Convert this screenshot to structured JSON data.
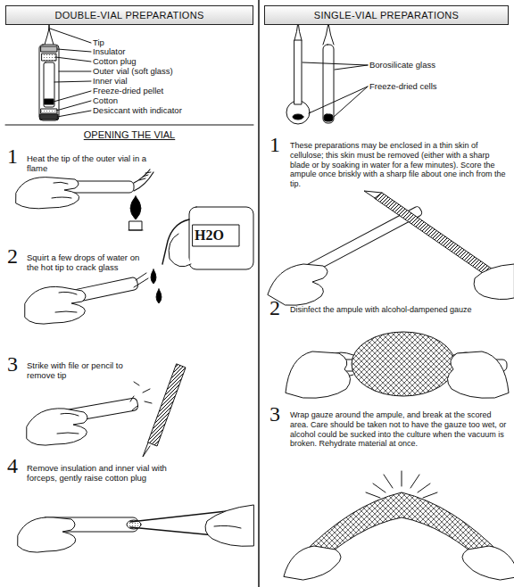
{
  "diagram": {
    "nodes": [
      {
        "text": [
          "DOUBLE-VIAL PREPARATIONS"
        ]
      },
      {
        "text": [
          "SINGLE-VIAL PREPARATIONS"
        ]
      }
    ],
    "labels": [
      "Tip",
      "Insulator",
      "Cotton plug",
      "Outer vial (soft glass)",
      "Inner vial",
      "Freeze-dried pellet",
      "Cotton",
      "Desiccant with indicator",
      "OPENING THE VIAL",
      "1",
      "Heat the tip of the outer vial in a flame",
      "2",
      "Squirt a few drops of water on the hot tip to crack glass",
      "H2O",
      "3",
      "Strike with file or pencil to remove tip",
      "4",
      "Remove insulation and inner vial with forceps, gently raise cotton plug",
      "Borosilicate glass",
      "Freeze-dried cells",
      "1",
      "These preparations may be enclosed in a thin skin of cellulose; this skin must be removed (either with a sharp blade or by soaking in water for a few minutes). Score the ampule once briskly with a sharp file about one inch from the tip.",
      "2",
      "Disinfect the ampule with alcohol-dampened gauze",
      "3",
      "Wrap gauze around the ampule, and break at the scored area. Care should be taken not to have the gauze too wet, or alcohol could be sucked into the culture when the vacuum is broken. Rehydrate material at once."
    ]
  }
}
